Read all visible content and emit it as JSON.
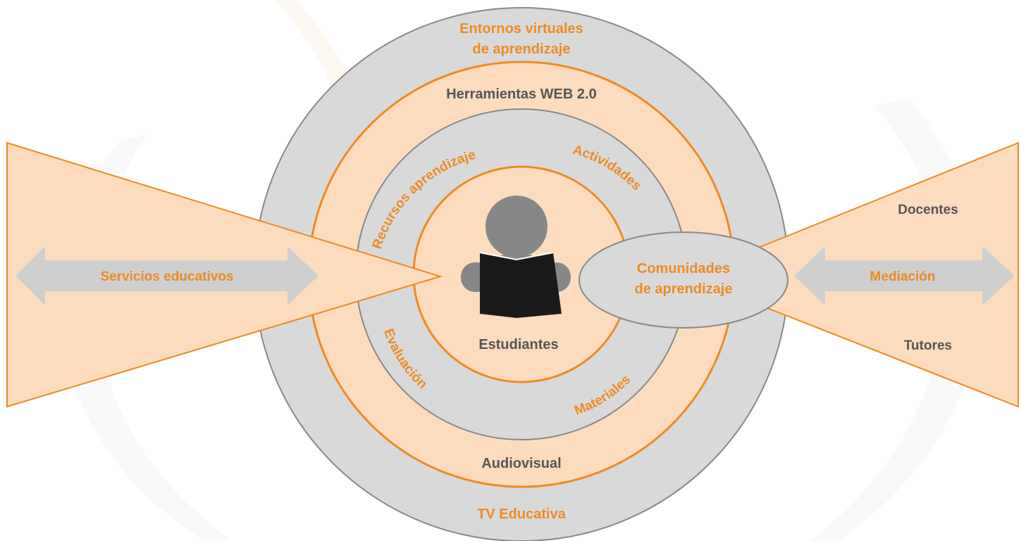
{
  "rings": {
    "outer": {
      "line1": "Entornos virtuales",
      "line2": "de aprendizaje",
      "bottom": "TV Educativa"
    },
    "second": {
      "top": "Herramientas WEB 2.0",
      "bottom": "Audiovisual"
    },
    "third": {
      "top_left": "Recursos aprendizaje",
      "top_right": "Actividades",
      "bottom_left": "Evaluación",
      "bottom_right": "Materiales"
    },
    "center": {
      "label": "Estudiantes"
    }
  },
  "left_panel": {
    "arrow_label": "Servicios educativos"
  },
  "right_panel": {
    "top": "Docentes",
    "arrow_label": "Mediación",
    "bottom": "Tutores"
  },
  "community": {
    "line1": "Comunidades",
    "line2": "de aprendizaje"
  },
  "icons": {
    "center_figure": "student-reading-icon"
  },
  "colors": {
    "orange": "#ef8a22",
    "peach": "#fddcbe",
    "gray_fill": "#d9d9d9",
    "gray_stroke": "#888888",
    "text_gray": "#555555",
    "figure_gray": "#878787",
    "book_black": "#1a1a1a"
  }
}
